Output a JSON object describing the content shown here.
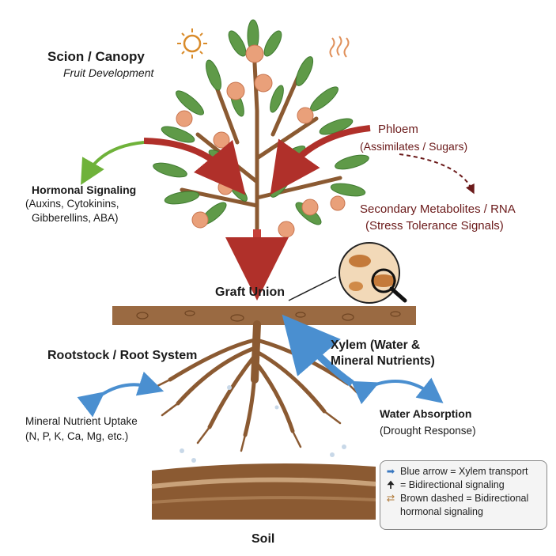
{
  "labels": {
    "scion_title": "Scion / Canopy",
    "scion_sub": "Fruit Development",
    "hormonal_title": "Hormonal Signaling",
    "hormonal_line1": "(Auxins, Cytokinins,",
    "hormonal_line2": "Gibberellins, ABA)",
    "phloem_title": "Phloem",
    "phloem_sub": "(Assimilates / Sugars)",
    "secondary_title": "Secondary Metabolites / RNA",
    "secondary_sub": "(Stress Tolerance Signals)",
    "graft_union": "Graft Union",
    "rootstock_title": "Rootstock / Root System",
    "xylem_line1": "Xylem (Water &",
    "xylem_line2": "Mineral Nutrients)",
    "mineral_title": "Mineral Nutrient Uptake",
    "mineral_sub": "(N, P, K, Ca, Mg, etc.)",
    "water_title": "Water Absorption",
    "water_sub": "(Drought Response)",
    "soil": "Soil"
  },
  "legend": {
    "items": [
      {
        "icon": "blue-arrow-icon",
        "text": "Blue arrow = Xylem transport"
      },
      {
        "icon": "black-arrow-icon",
        "text": "= Bidirectional signaling"
      },
      {
        "icon": "brown-dashed-arrows-icon",
        "text": "Brown dashed = Bidirectional hormonal signaling"
      }
    ]
  },
  "colors": {
    "phloem": "#a02a24",
    "xylem": "#4a8fd0",
    "hormonal": "#6fb23a",
    "soil": "#8b5a32",
    "leaf": "#5f9a48",
    "fruit": "#e9a07a"
  }
}
